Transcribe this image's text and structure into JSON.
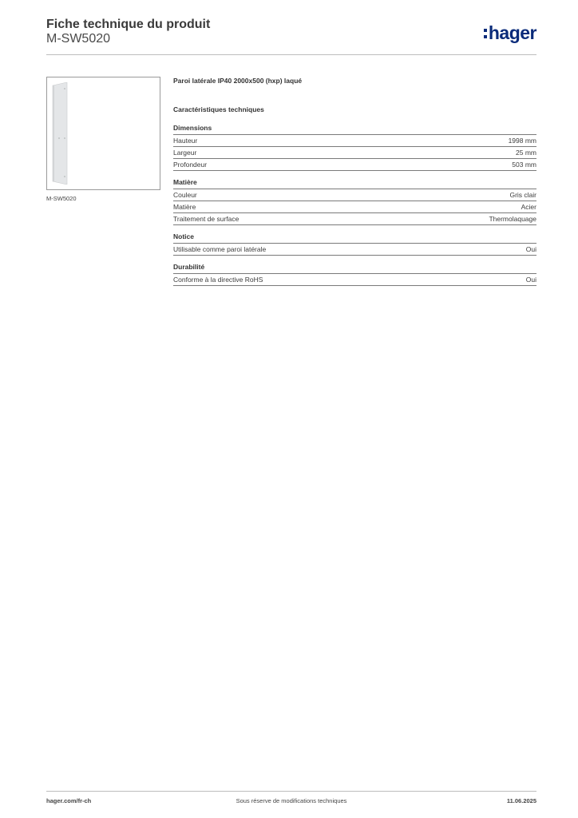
{
  "header": {
    "title": "Fiche technique du produit",
    "reference": "M-SW5020",
    "logo_text": "hager"
  },
  "product": {
    "image_caption": "M-SW5020",
    "name": "Paroi latérale IP40 2000x500 (hxp) laqué",
    "section_title": "Caractéristiques techniques"
  },
  "groups": [
    {
      "title": "Dimensions",
      "rows": [
        {
          "label": "Hauteur",
          "value": "1998 mm"
        },
        {
          "label": "Largeur",
          "value": "25 mm"
        },
        {
          "label": "Profondeur",
          "value": "503 mm"
        }
      ]
    },
    {
      "title": "Matière",
      "rows": [
        {
          "label": "Couleur",
          "value": "Gris clair"
        },
        {
          "label": "Matière",
          "value": "Acier"
        },
        {
          "label": "Traitement de surface",
          "value": "Thermolaquage"
        }
      ]
    },
    {
      "title": "Notice",
      "rows": [
        {
          "label": "Utilisable comme paroi latérale",
          "value": "Oui"
        }
      ]
    },
    {
      "title": "Durabilité",
      "rows": [
        {
          "label": "Conforme à la directive RoHS",
          "value": "Oui"
        }
      ]
    }
  ],
  "footer": {
    "website": "hager.com/fr-ch",
    "notice": "Sous réserve de modifications techniques",
    "date": "11.06.2025"
  },
  "colors": {
    "brand": "#0a2b7a",
    "rule": "#7a7a7a"
  }
}
